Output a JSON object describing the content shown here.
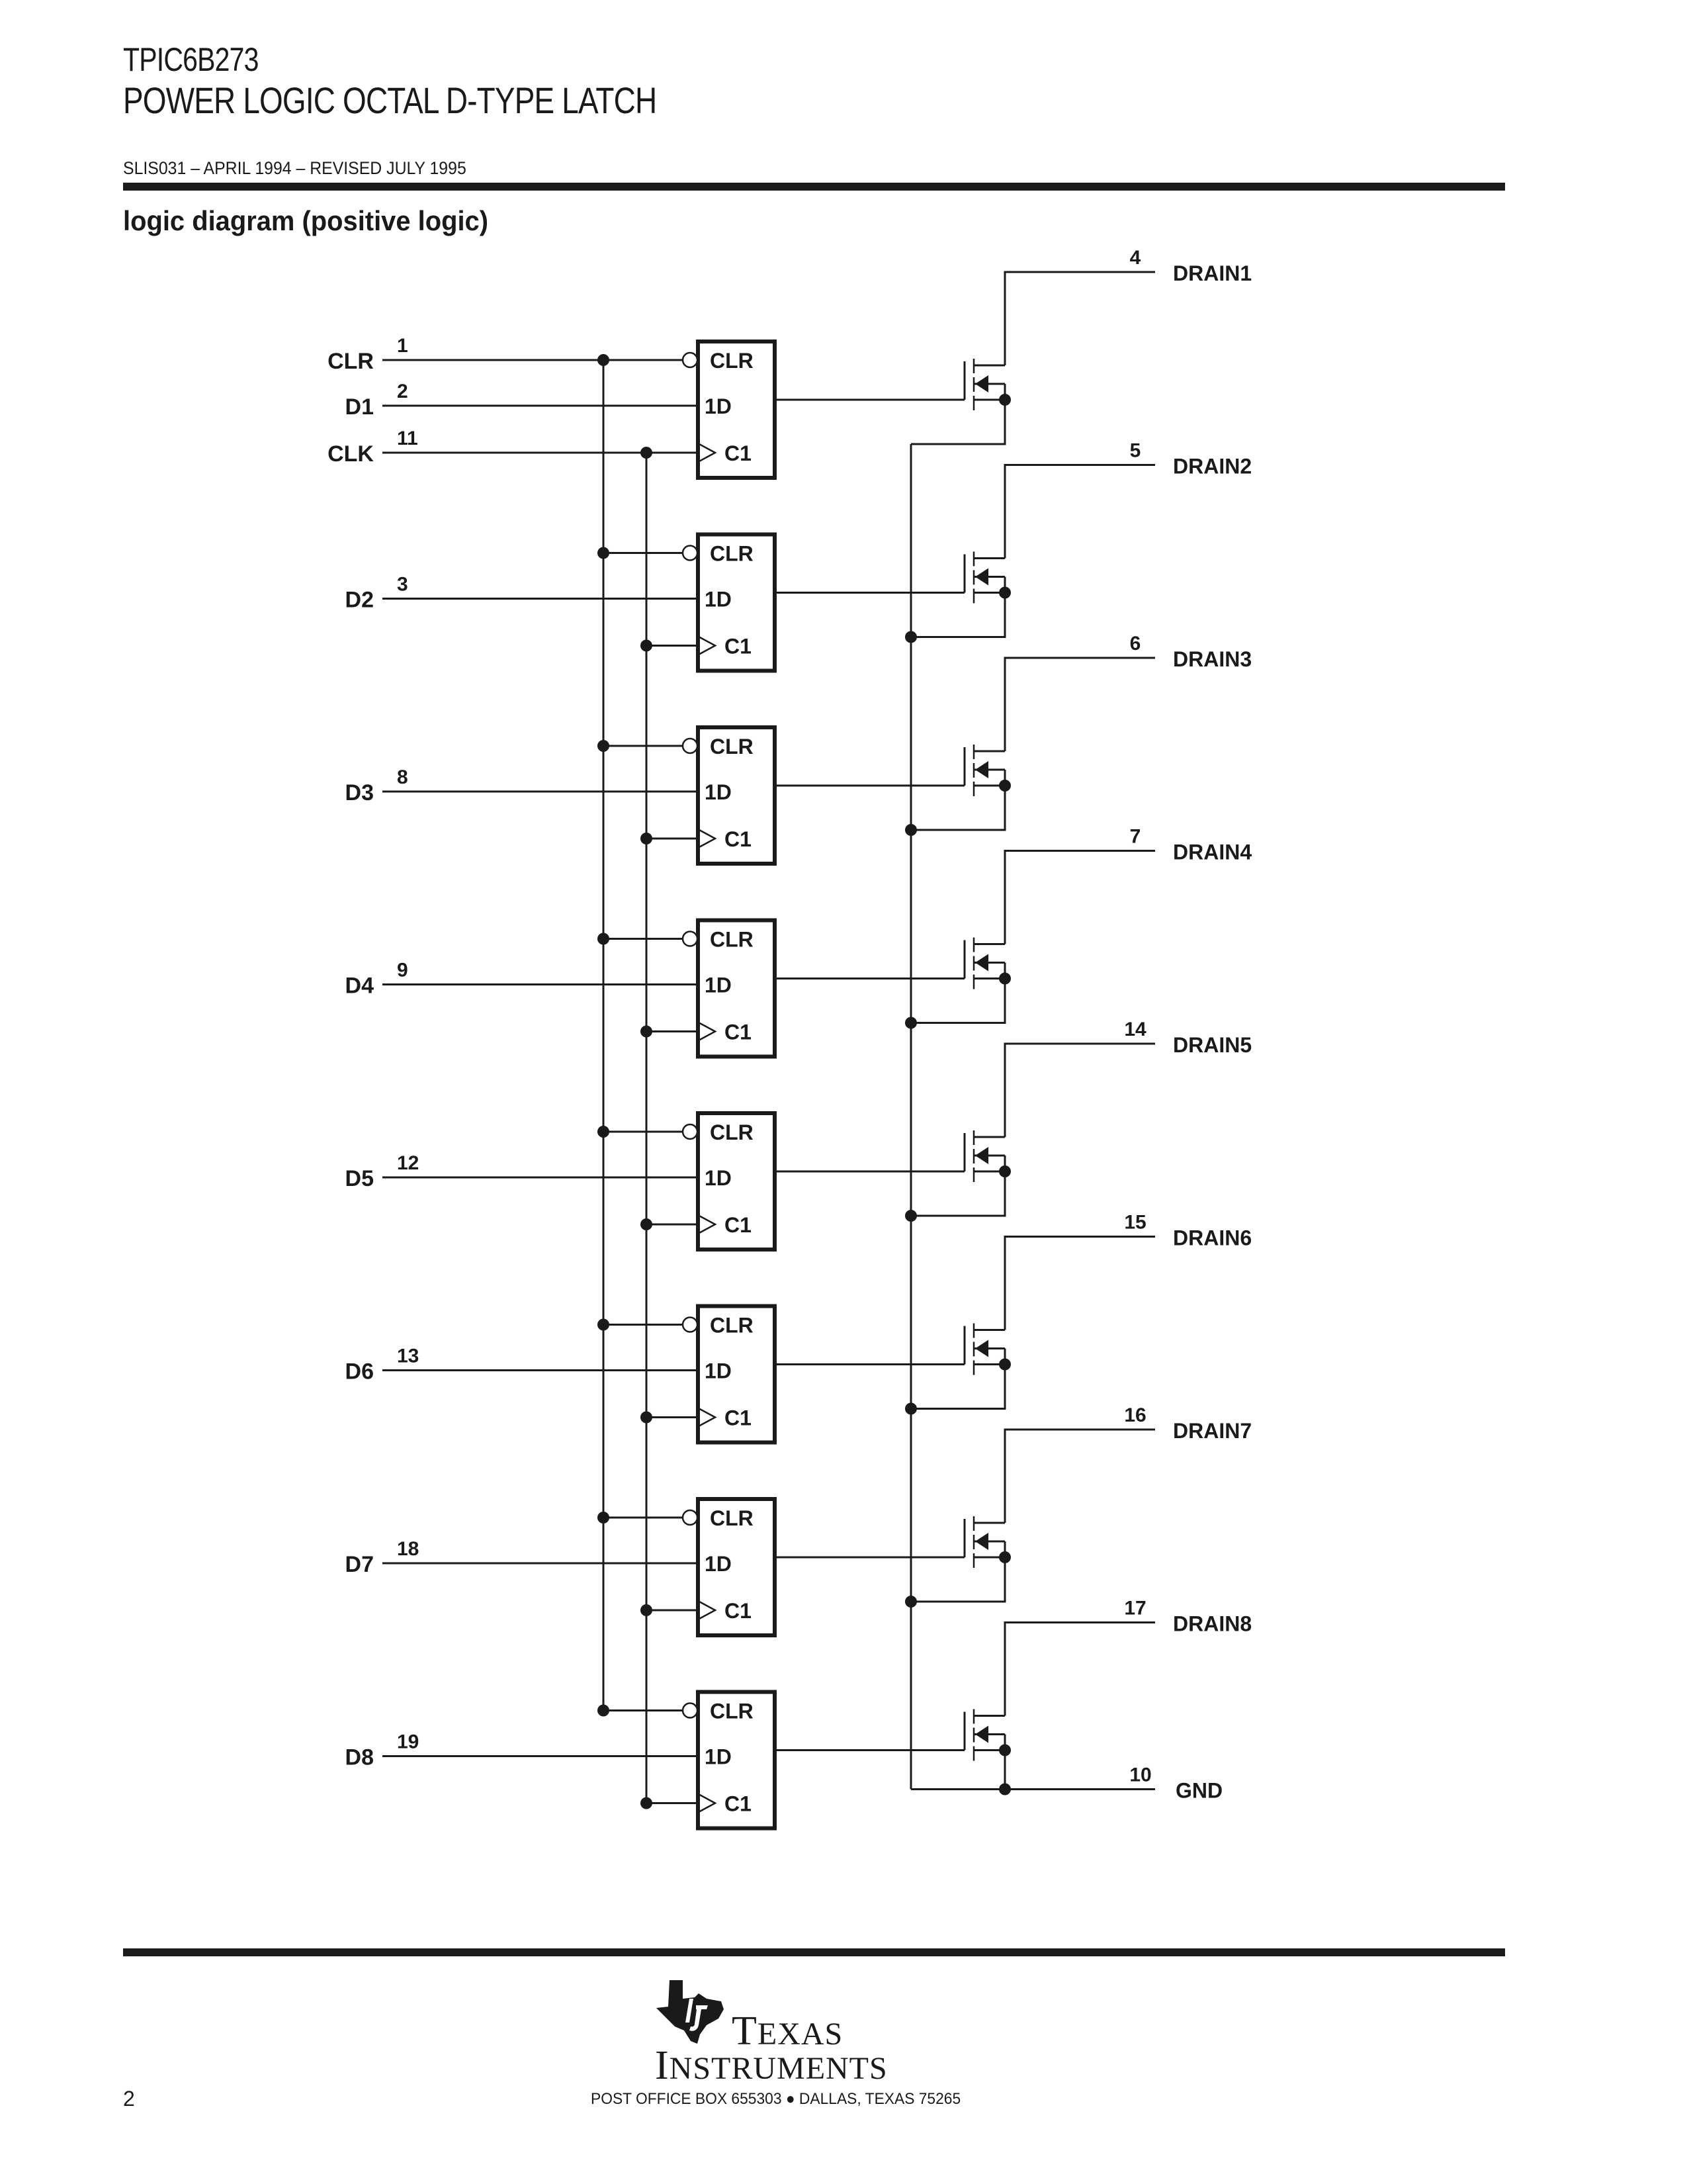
{
  "header": {
    "part_number": "TPIC6B273",
    "title": "POWER LOGIC OCTAL D-TYPE LATCH",
    "doc_id": "SLIS031 – APRIL 1994 – REVISED JULY 1995"
  },
  "section": {
    "title": "logic diagram (positive logic)"
  },
  "diagram": {
    "control_inputs": [
      {
        "name": "CLR",
        "pin": "1"
      },
      {
        "name": "CLK",
        "pin": "11"
      }
    ],
    "latch_labels": {
      "clear": "CLR",
      "data": "1D",
      "clock": "C1"
    },
    "stages": [
      {
        "input": "D1",
        "input_pin": "2",
        "output": "DRAIN1",
        "output_pin": "4"
      },
      {
        "input": "D2",
        "input_pin": "3",
        "output": "DRAIN2",
        "output_pin": "5"
      },
      {
        "input": "D3",
        "input_pin": "8",
        "output": "DRAIN3",
        "output_pin": "6"
      },
      {
        "input": "D4",
        "input_pin": "9",
        "output": "DRAIN4",
        "output_pin": "7"
      },
      {
        "input": "D5",
        "input_pin": "12",
        "output": "DRAIN5",
        "output_pin": "14"
      },
      {
        "input": "D6",
        "input_pin": "13",
        "output": "DRAIN6",
        "output_pin": "15"
      },
      {
        "input": "D7",
        "input_pin": "18",
        "output": "DRAIN7",
        "output_pin": "16"
      },
      {
        "input": "D8",
        "input_pin": "19",
        "output": "DRAIN8",
        "output_pin": "17"
      }
    ],
    "ground": {
      "name": "GND",
      "pin": "10"
    }
  },
  "footer": {
    "page_number": "2",
    "logo_line1_cap": "T",
    "logo_line1_rest": "EXAS",
    "logo_line2_cap": "I",
    "logo_line2_rest": "NSTRUMENTS",
    "address": "POST OFFICE BOX 655303 ● DALLAS, TEXAS 75265"
  },
  "colors": {
    "ink": "#1a1a1a",
    "paper": "#ffffff"
  }
}
